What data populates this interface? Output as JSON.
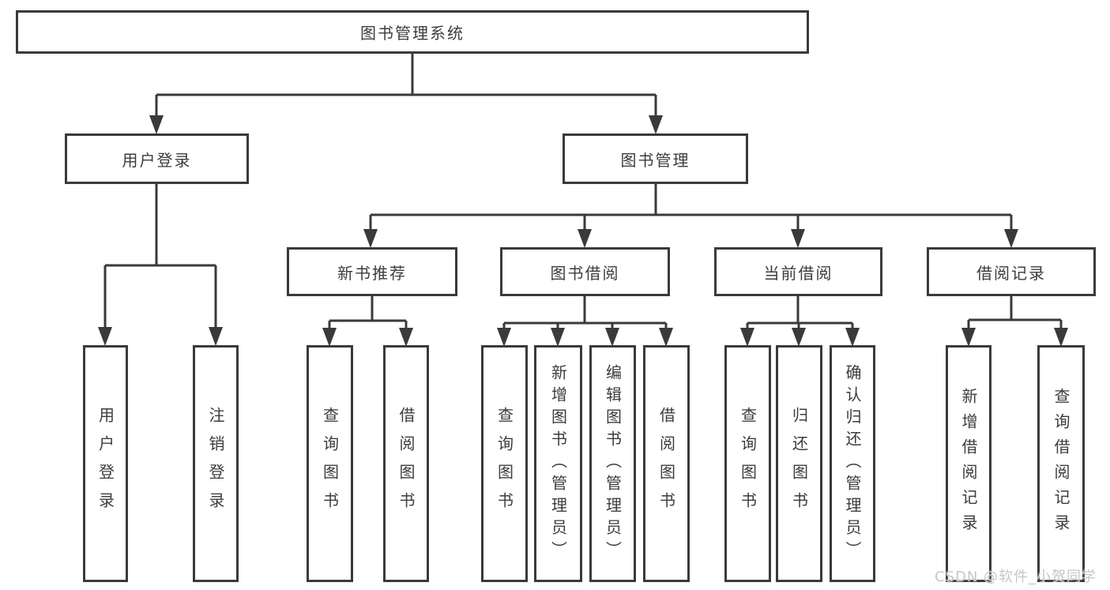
{
  "diagram": {
    "title": "图书管理系统",
    "root": {
      "label": "图书管理系统"
    },
    "level2": [
      {
        "id": "user-login",
        "label": "用户登录"
      },
      {
        "id": "book-management",
        "label": "图书管理"
      }
    ],
    "level3": [
      {
        "id": "new-book-recommend",
        "label": "新书推荐",
        "parent": "图书管理"
      },
      {
        "id": "book-borrowing",
        "label": "图书借阅",
        "parent": "图书管理"
      },
      {
        "id": "current-borrowing",
        "label": "当前借阅",
        "parent": "图书管理"
      },
      {
        "id": "borrowing-records",
        "label": "借阅记录",
        "parent": "图书管理"
      }
    ],
    "leaves": [
      {
        "id": "leaf-user-login",
        "label": "用户登录",
        "parent": "用户登录"
      },
      {
        "id": "leaf-logout",
        "label": "注销登录",
        "parent": "用户登录"
      },
      {
        "id": "leaf-query-books-1",
        "label": "查询图书",
        "parent": "新书推荐"
      },
      {
        "id": "leaf-borrow-books-1",
        "label": "借阅图书",
        "parent": "新书推荐"
      },
      {
        "id": "leaf-query-books-2",
        "label": "查询图书",
        "parent": "图书借阅"
      },
      {
        "id": "leaf-add-books-admin",
        "label": "新增图书（管理员）",
        "parent": "图书借阅"
      },
      {
        "id": "leaf-edit-books-admin",
        "label": "编辑图书（管理员）",
        "parent": "图书借阅"
      },
      {
        "id": "leaf-borrow-books-2",
        "label": "借阅图书",
        "parent": "图书借阅"
      },
      {
        "id": "leaf-query-books-3",
        "label": "查询图书",
        "parent": "当前借阅"
      },
      {
        "id": "leaf-return-books",
        "label": "归还图书",
        "parent": "当前借阅"
      },
      {
        "id": "leaf-confirm-return-admin",
        "label": "确认归还（管理员）",
        "parent": "当前借阅"
      },
      {
        "id": "leaf-add-borrow-record",
        "label": "新增借阅记录",
        "parent": "借阅记录"
      },
      {
        "id": "leaf-query-borrow-record",
        "label": "查询借阅记录",
        "parent": "借阅记录"
      }
    ]
  },
  "watermark": {
    "text": "CSDN @软件_小贺同学"
  },
  "colors": {
    "line": "#3a3a3a",
    "box_border": "#3a3a3a",
    "text": "#3c3c3c",
    "watermark": "#c6c6c6",
    "background": "#ffffff"
  }
}
